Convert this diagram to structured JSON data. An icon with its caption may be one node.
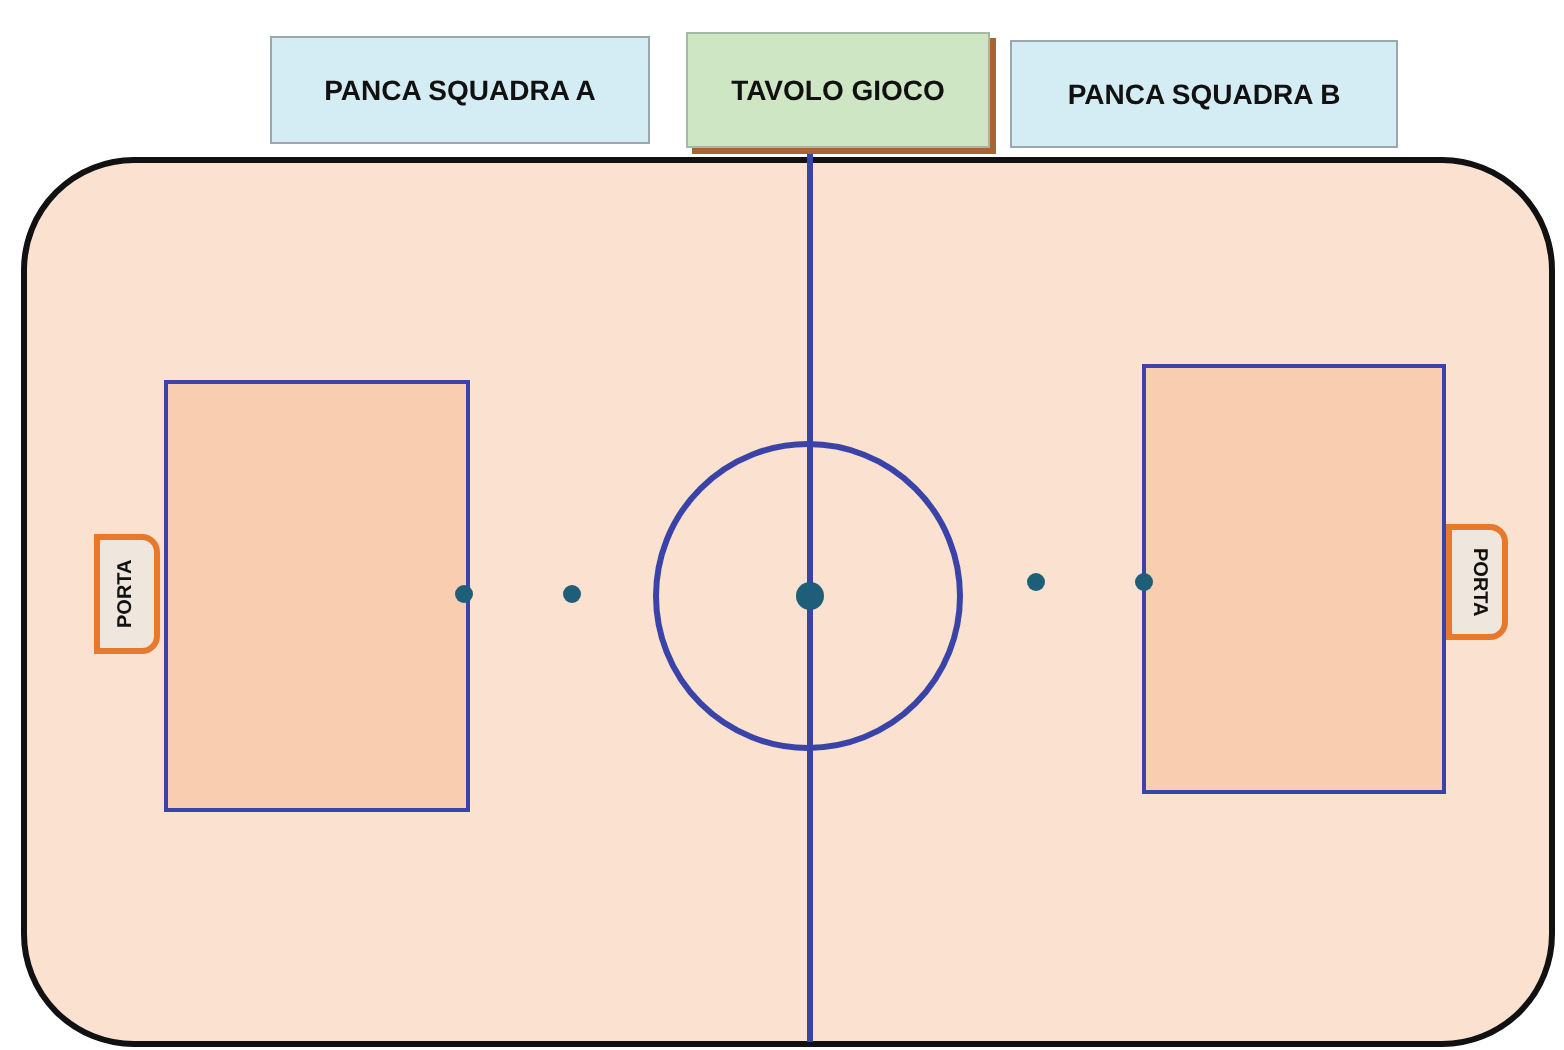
{
  "diagram": {
    "nodes": [
      {
        "text": [
          "PANCA SQUADRA A"
        ]
      },
      {
        "text": [
          "TAVOLO GIOCO"
        ]
      },
      {
        "text": [
          "PANCA SQUADRA B"
        ]
      },
      {
        "text": [
          "PORTA"
        ]
      },
      {
        "text": [
          "PORTA"
        ]
      }
    ],
    "edges": []
  }
}
